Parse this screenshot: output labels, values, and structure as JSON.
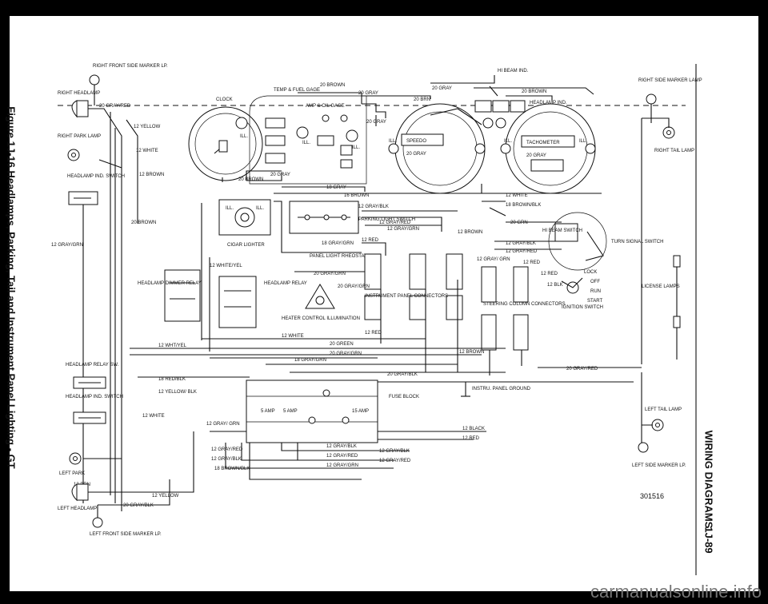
{
  "page": {
    "left_caption": "Figure 1J-16 Headlamps, Parking, Tail and Instrument Panel Lighting - GT",
    "right_caption": "WIRING DIAGRAMS",
    "page_number": "1J-89",
    "figure_number": "301516",
    "watermark": "carmanualsonline.info"
  },
  "components": {
    "right_front_side_marker": "RIGHT FRONT SIDE MARKER LP.",
    "right_headlamp": "RIGHT HEADLAMP",
    "right_park_lamp": "RIGHT PARK LAMP",
    "headlamp_ind_switch": "HEADLAMP IND. SWITCH",
    "clock": "CLOCK",
    "temp_fuel_gage": "TEMP & FUEL GAGE",
    "amp_oil_gage": "AMP & OIL GAGE",
    "speedo": "SPEEDO",
    "tachometer": "TACHOMETER",
    "hi_beam_ind": "HI BEAM IND.",
    "headlamp_ind": "HEADLAMP IND.",
    "right_side_marker": "RIGHT SIDE MARKER LAMP",
    "right_tail_lamp": "RIGHT TAIL LAMP",
    "cigar_lighter": "CIGAR LIGHTER",
    "parking_light_switch": "PARKING LIGHT SWITCH",
    "panel_light_rheostat": "PANEL LIGHT RHEOSTAT",
    "hi_beam_switch": "HI BEAM SWITCH",
    "turn_signal_switch": "TURN SIGNAL SWITCH",
    "instrument_panel_connectors": "INSTRUMENT PANEL CONNECTORS",
    "steering_column_connectors": "STEERING COLUMN CONNECTORS",
    "ignition_switch": "IGNITION SWITCH",
    "lock": "LOCK",
    "off": "OFF",
    "run": "RUN",
    "start": "START",
    "license_lamps": "LICENSE LAMPS",
    "headlamp_dimmer_relay": "HEADLAMP DIMMER RELAY",
    "headlamp_relay": "HEADLAMP RELAY",
    "heater_control": "HEATER CONTROL ILLUMINATION",
    "headlamp_relay_sw": "HEADLAMP RELAY SW.",
    "headlamp_ind_switch_lower": "HEADLAMP IND. SWITCH",
    "fuse_block": "FUSE BLOCK",
    "instru_panel_ground": "INSTRU. PANEL GROUND",
    "left_park": "LEFT PARK",
    "left_headlamp": "LEFT HEADLAMP",
    "left_front_side_marker": "LEFT FRONT SIDE MARKER LP.",
    "left_tail_lamp": "LEFT TAIL LAMP",
    "left_side_marker": "LEFT SIDE MARKER LP.",
    "ill": "ILL.",
    "amp5": "5 AMP",
    "amp15": "15 AMP"
  },
  "wires": {
    "w20_gray_red_top": "20 GRAY/RED",
    "w12_yellow": "12 YELLOW",
    "w12_white_left": "12 WHITE",
    "w12_brown_left": "12 BROWN",
    "w20_brown_left": "20 BROWN",
    "w12_gray_grn_left": "12 GRAY/GRN",
    "w20_brown_top": "20 BROWN",
    "w20_gray_top": "20 GRAY",
    "w20_brn": "20 BRN",
    "w20_gray_cluster": "20 GRAY",
    "w20_brown_right": "20 BROWN",
    "w20_gray_clock": "20 GRAY",
    "w20_brown_clock": "20 BROWN",
    "w18_gray": "18 GRAY",
    "w16_brown": "16 BROWN",
    "w12_white_right": "12 WHITE",
    "w18_brown_blk": "18 BROWN/BLK",
    "w20_grn": "20 GRN",
    "w12_gray_blk": "12 GRAY/BLK",
    "w12_gray_red": "12 GRAY/RED",
    "w12_gray_grn": "12 GRAY/GRN",
    "w12_brown": "12 BROWN",
    "w18_gray_grn": "18 GRAY/GRN",
    "w12_red": "12 RED",
    "w20_gray_grn": "20 GRAY/GRN",
    "w12_gray_grn_conn": "12 GRAY/ GRN",
    "w12_white_yel": "12 WHITE/YEL",
    "w12_wht_yel": "12 WHT/YEL",
    "w12_white_mid": "12 WHITE",
    "w20_green": "20 GREEN",
    "w20_gray_grn_mid": "20 GRAY/GRN",
    "w18_gray_grn_mid": "18 GRAY/GRN",
    "w12_red_mid": "12 RED",
    "w12_brown_mid": "12 BROWN",
    "w18_red_blk": "18 RED/BLK",
    "w20_gray_blk": "20 GRAY/BLK",
    "w20_gray_red_right": "20 GRAY/RED",
    "w12_yellow_blk": "12 YELLOW/ BLK",
    "w12_white_lower": "12 WHITE",
    "w12_gray_grn_fuse": "12 GRAY/ GRN",
    "w12_gray_red_l": "12 GRAY/RED",
    "w12_gray_blk_l": "12 GRAY/BLK",
    "w18_brown_blk_l": "18 BROWN/BLK",
    "w12_gray_blk_b": "12 GRAY/BLK",
    "w12_gray_red_b": "12 GRAY/RED",
    "w12_gray_grn_b": "12 GRAY/GRN",
    "w12_gray_blk_c": "12 GRAY/BLK",
    "w12_gray_red_c": "12 GRAY/RED",
    "w12_black": "12 BLACK",
    "w12_red_fuse": "12 RED",
    "w12_yellow_bottom": "12 YELLOW",
    "w20_gray_blk_bottom": "20 GRAY/BLK",
    "w12_brn": "12 BRN",
    "w12_red_sw": "12 RED",
    "w12_red_ign": "12 RED",
    "w12_blk": "12 BLK"
  }
}
